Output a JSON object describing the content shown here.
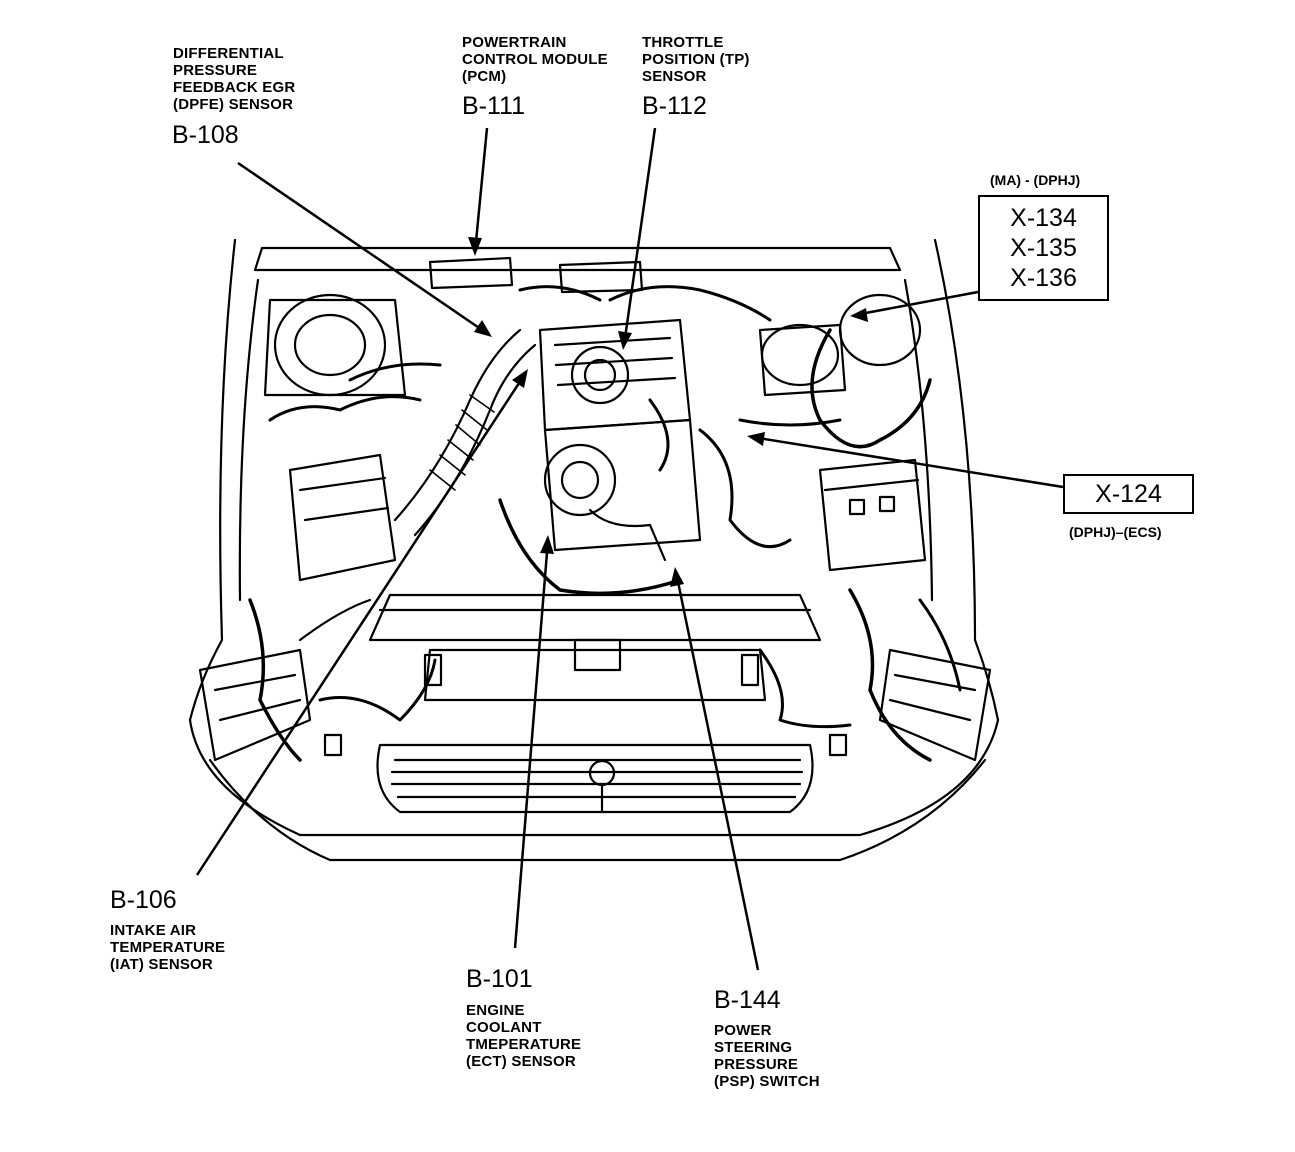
{
  "callouts": {
    "b108": {
      "code": "B-108",
      "lines": [
        "DIFFERENTIAL",
        "PRESSURE",
        "FEEDBACK EGR",
        "(DPFE) SENSOR"
      ]
    },
    "b111": {
      "code": "B-111",
      "lines": [
        "POWERTRAIN",
        "CONTROL MODULE",
        "(PCM)"
      ]
    },
    "b112": {
      "code": "B-112",
      "lines": [
        "THROTTLE",
        "POSITION (TP)",
        "SENSOR"
      ]
    },
    "x134_group": {
      "caption": "(MA) - (DPHJ)",
      "codes": [
        "X-134",
        "X-135",
        "X-136"
      ]
    },
    "x124": {
      "code": "X-124",
      "caption": "(DPHJ)–(ECS)"
    },
    "b106": {
      "code": "B-106",
      "lines": [
        "INTAKE AIR",
        "TEMPERATURE",
        "(IAT) SENSOR"
      ]
    },
    "b101": {
      "code": "B-101",
      "lines": [
        "ENGINE",
        "COOLANT",
        "TMEPERATURE",
        "(ECT) SENSOR"
      ]
    },
    "b144": {
      "code": "B-144",
      "lines": [
        "POWER",
        "STEERING",
        "PRESSURE",
        "(PSP) SWITCH"
      ]
    }
  },
  "colors": {
    "ink": "#000000",
    "paper": "#ffffff"
  }
}
